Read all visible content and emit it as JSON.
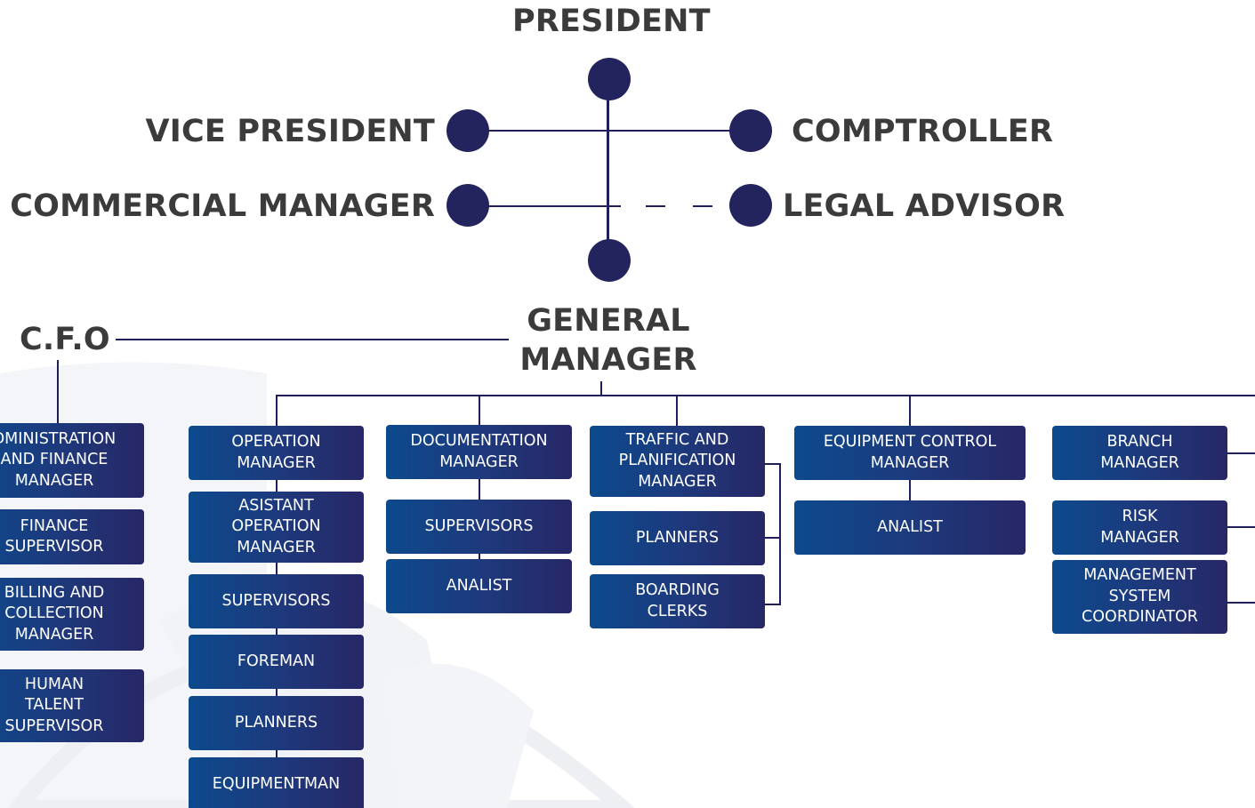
{
  "colors": {
    "line": "#1f1f5c",
    "dot": "#23235e",
    "box_start": "#0c4a8d",
    "box_end": "#272766",
    "heading": "#3b3b3b"
  },
  "top": {
    "president": "PRESIDENT",
    "vice_president": "VICE PRESIDENT",
    "comptroller": "COMPTROLLER",
    "commercial_manager": "COMMERCIAL MANAGER",
    "legal_advisor": "LEGAL ADVISOR",
    "general_manager": "GENERAL\nMANAGER",
    "cfo": "C.F.O"
  },
  "cfo_branch": {
    "administration": "DMINISTRATION\nAND FINANCE\nMANAGER",
    "finance_supervisor": "FINANCE\nSUPERVISOR",
    "billing": "BILLING AND\nCOLLECTION\nMANAGER",
    "human_talent": "HUMAN\nTALENT\nSUPERVISOR"
  },
  "operation": {
    "manager": "OPERATION\nMANAGER",
    "asistant": "ASISTANT\nOPERATION\nMANAGER",
    "supervisors": "SUPERVISORS",
    "foreman": "FOREMAN",
    "planners": "PLANNERS",
    "equipmentman": "EQUIPMENTMAN"
  },
  "documentation": {
    "manager": "DOCUMENTATION\nMANAGER",
    "supervisors": "SUPERVISORS",
    "analist": "ANALIST"
  },
  "traffic": {
    "manager": "TRAFFIC AND\nPLANIFICATION\nMANAGER",
    "planners": "PLANNERS",
    "boarding": "BOARDING\nCLERKS"
  },
  "equipment": {
    "manager": "EQUIPMENT CONTROL\nMANAGER",
    "analist": "ANALIST"
  },
  "branch": {
    "manager": "BRANCH\nMANAGER",
    "risk": "RISK\nMANAGER",
    "management_system": "MANAGEMENT\nSYSTEM\nCOORDINATOR"
  }
}
